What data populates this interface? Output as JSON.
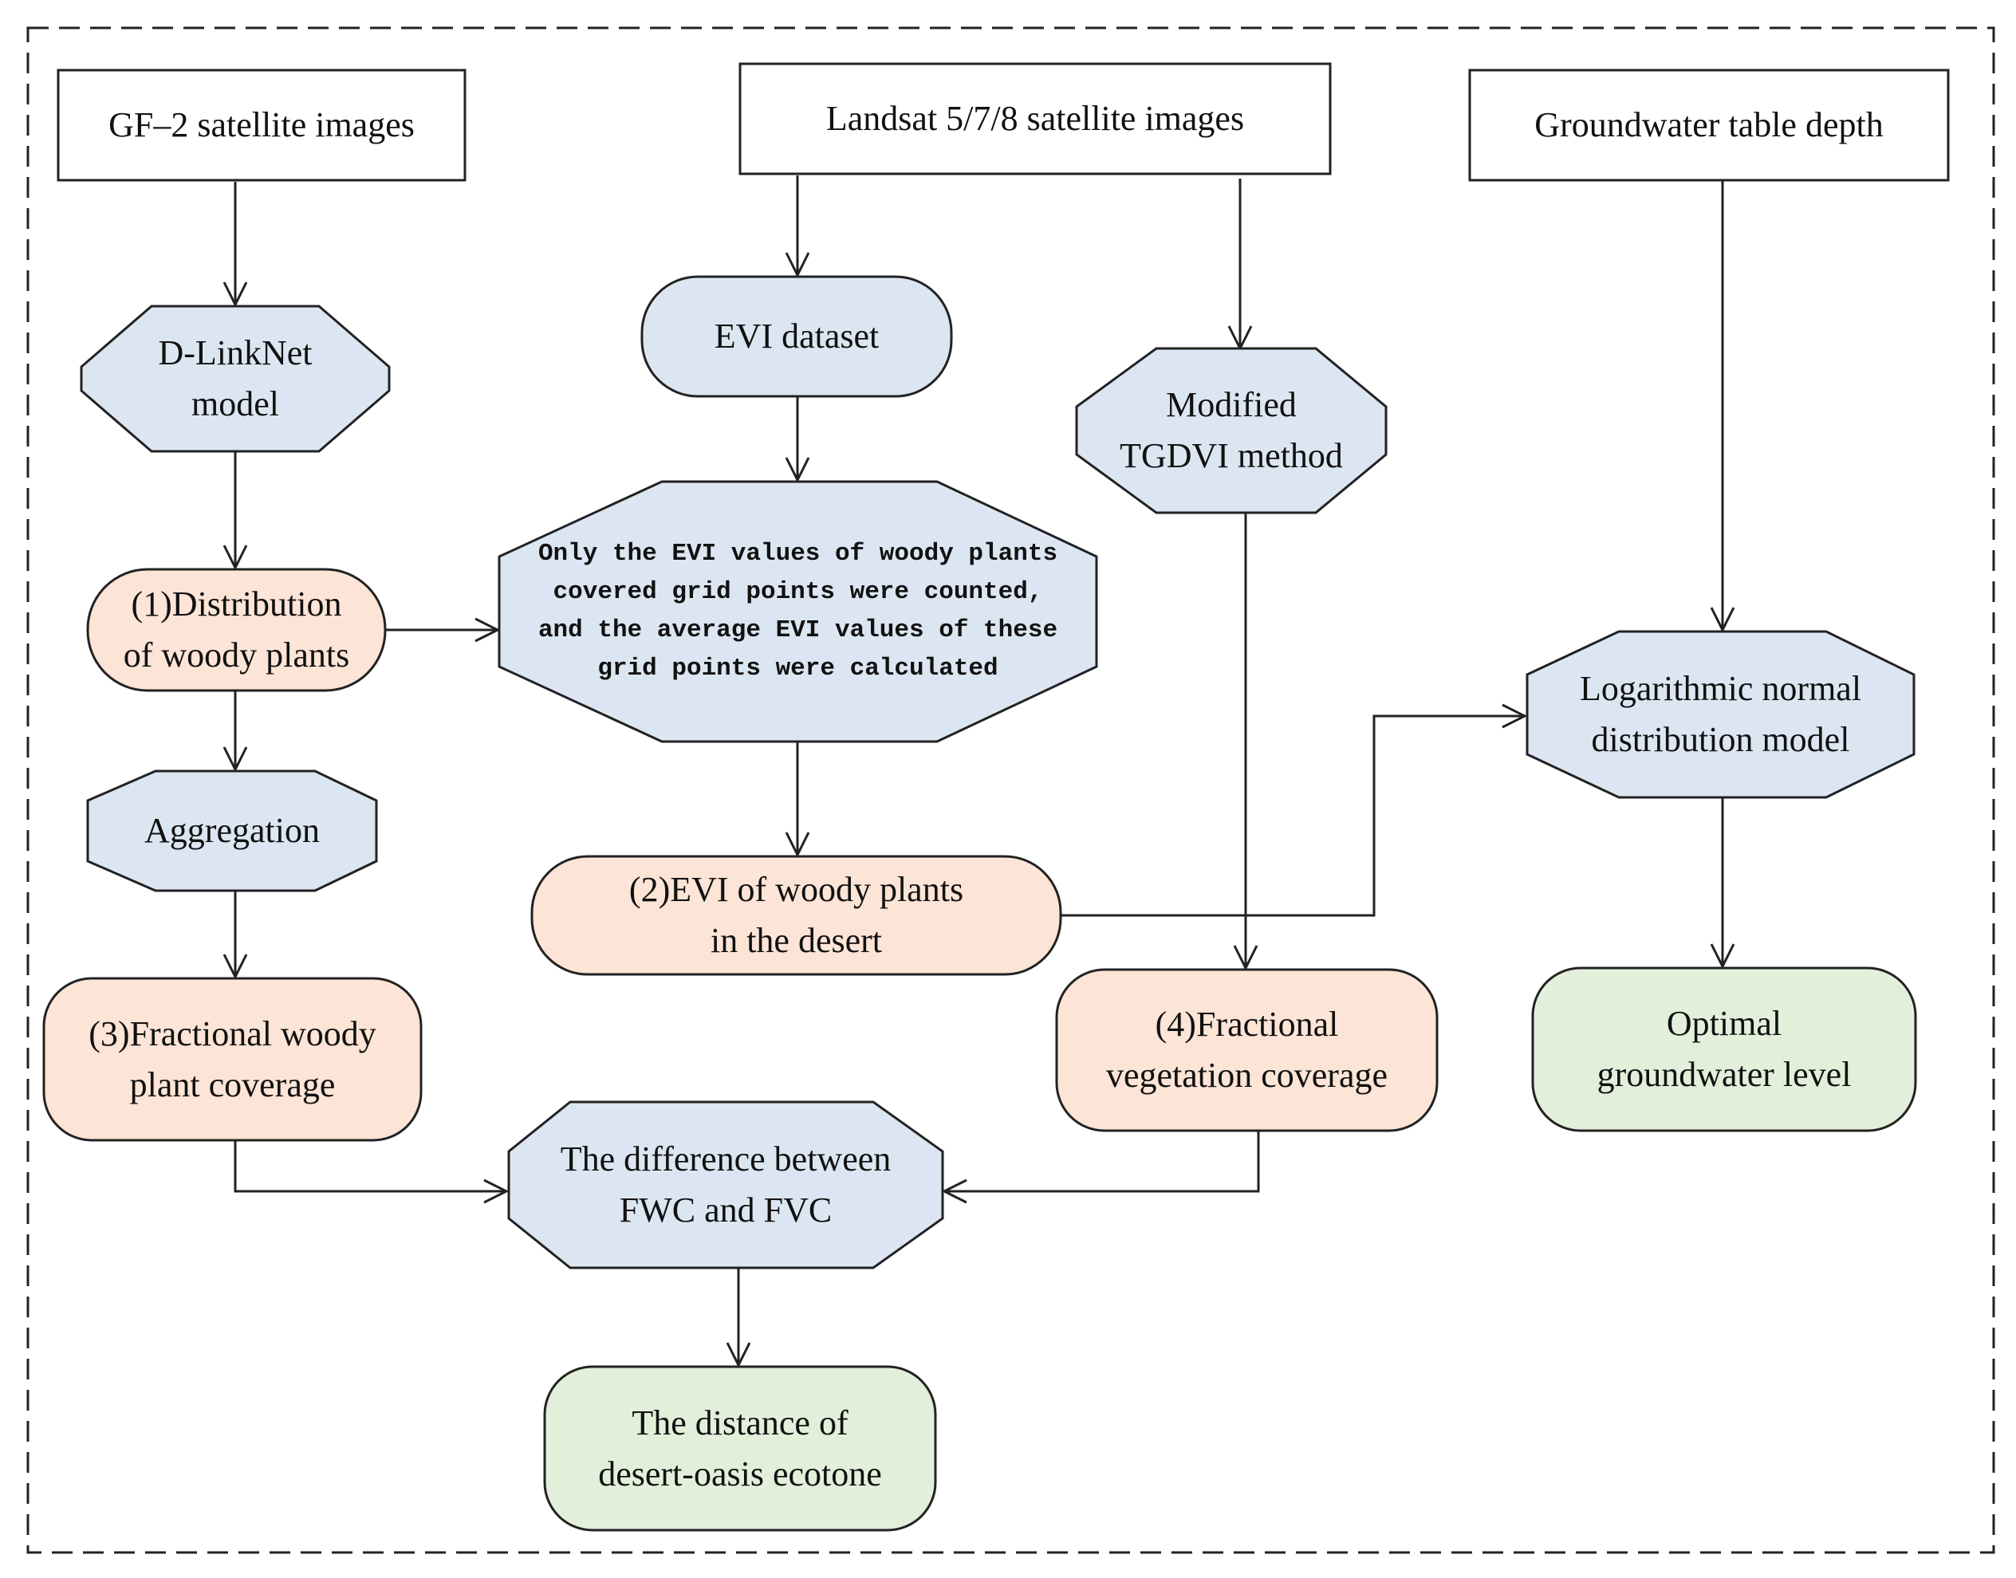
{
  "colors": {
    "process": "#dce6f2",
    "result": "#fce4d6",
    "output": "#e2efda",
    "stroke": "#222222"
  },
  "nodes": {
    "gf2": "GF–2 satellite images",
    "landsat": "Landsat 5/7/8 satellite images",
    "groundwater": "Groundwater table depth",
    "dlinknet": "D-LinkNet\nmodel",
    "evi_dataset": "EVI dataset",
    "tgdvi": "Modified\nTGDVI method",
    "distribution": "(1)Distribution\nof woody plants",
    "evi_note": "Only the EVI values of woody plants\ncovered grid points were counted,\nand the average EVI values of these\ngrid points were calculated",
    "lognormal": "Logarithmic normal\ndistribution model",
    "aggregation": "Aggregation",
    "evi_woody": "(2)EVI of woody plants\nin the desert",
    "fwc": "(3)Fractional woody\nplant coverage",
    "fvc": "(4)Fractional\nvegetation coverage",
    "optimal": "Optimal\ngroundwater level",
    "difference": "The difference between\nFWC and FVC",
    "distance": "The distance of\ndesert-oasis ecotone"
  }
}
